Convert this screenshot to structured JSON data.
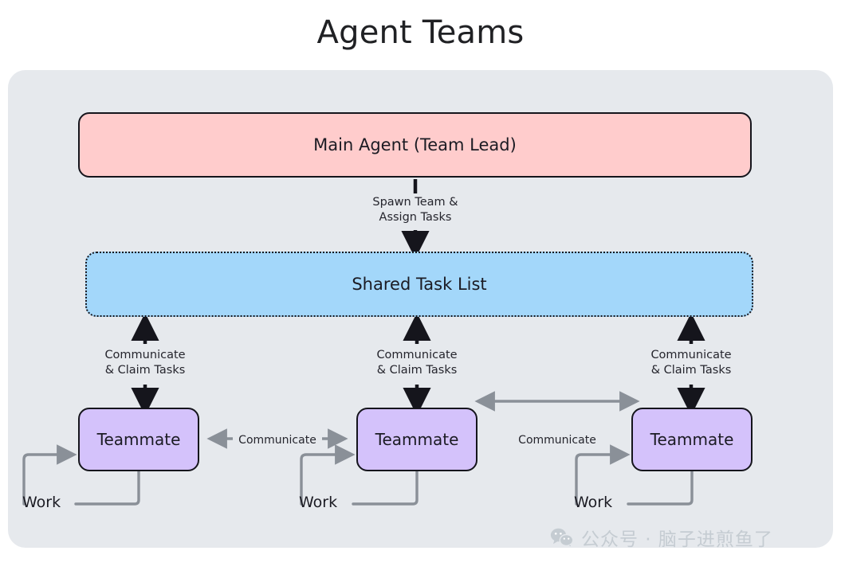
{
  "page": {
    "title": "Agent Teams",
    "background": "#ffffff",
    "panel_color": "#e6e9ed"
  },
  "colors": {
    "main_agent_fill": "#ffcccc",
    "shared_task_list_fill": "#a3d7fa",
    "teammate_fill": "#d4c2fb",
    "node_stroke": "#15151c",
    "dark_arrow": "#15151c",
    "gray_arrow": "#8a9098",
    "watermark": "#c5ccd2"
  },
  "nodes": {
    "main_agent": {
      "label": "Main Agent (Team Lead)"
    },
    "shared_task_list": {
      "label": "Shared Task List"
    },
    "teammates": [
      {
        "label": "Teammate"
      },
      {
        "label": "Teammate"
      },
      {
        "label": "Teammate"
      }
    ]
  },
  "edges": {
    "spawn": {
      "label": "Spawn Team &\nAssign Tasks"
    },
    "claim": [
      {
        "label": "Communicate\n& Claim Tasks"
      },
      {
        "label": "Communicate\n& Claim Tasks"
      },
      {
        "label": "Communicate\n& Claim Tasks"
      }
    ],
    "communicate": [
      {
        "label": "Communicate"
      },
      {
        "label": "Communicate"
      }
    ],
    "work": [
      {
        "label": "Work"
      },
      {
        "label": "Work"
      },
      {
        "label": "Work"
      }
    ]
  },
  "watermark": {
    "icon": "wechat-icon",
    "text": "公众号 · 脑子进煎鱼了"
  }
}
